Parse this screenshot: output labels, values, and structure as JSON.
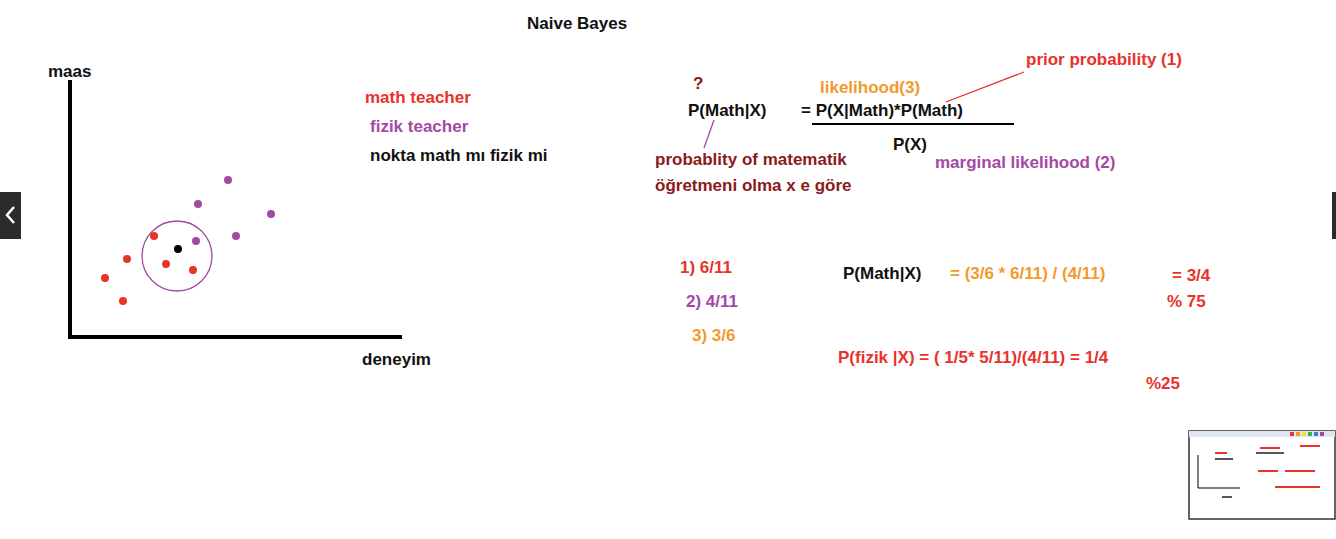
{
  "diagram": {
    "title": "Naive Bayes",
    "labels": [
      "maas",
      "math teacher",
      "fizik teacher",
      "nokta math mı fizik mi",
      "?",
      "prior probability (1)",
      "likelihood(3)",
      "P(Math|X)",
      "= P(X|Math)*P(Math)",
      "P(X)",
      "marginal likelihood (2)",
      "probablity of matematik öğretmeni olma x e göre",
      "1) 6/11",
      "P(Math|X)",
      "= (3/6 * 6/11) / (4/11)",
      "= 3/4",
      "2) 4/11",
      "% 75",
      "3) 3/6",
      "deneyim",
      "P(fizik |X) =  ( 1/5* 5/11)/(4/11) = 1/4",
      "%25"
    ]
  }
}
